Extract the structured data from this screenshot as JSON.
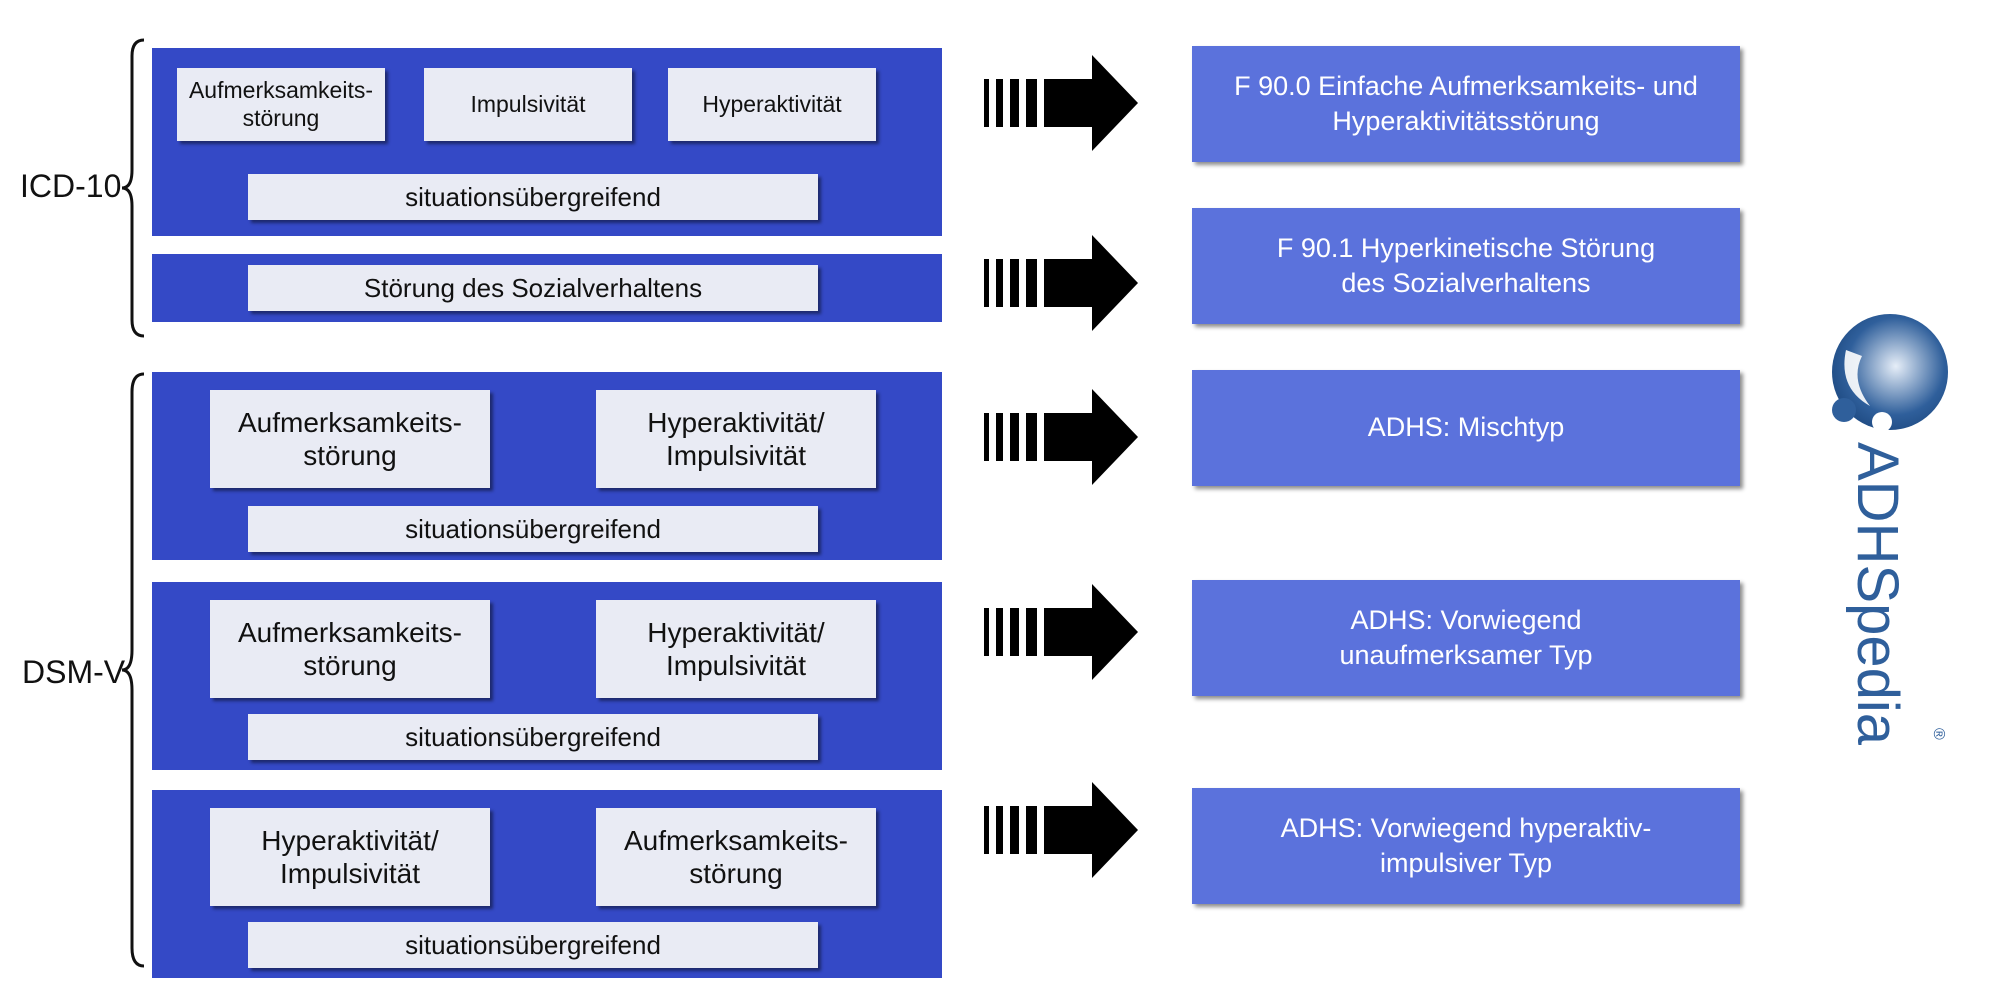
{
  "colors": {
    "panel": "#3449c6",
    "box": "#e9ebf4",
    "result": "#5b72dc",
    "logo": "#2f5f9b"
  },
  "icd10": {
    "label": "ICD-10",
    "panel1": {
      "attention": "Aufmerksamkeits-\nstörung",
      "impulsivity": "Impulsivität",
      "hyperactivity": "Hyperaktivität",
      "situational": "situationsübergreifend"
    },
    "panel2": {
      "conduct": "Störung des Sozialverhaltens"
    }
  },
  "dsm5": {
    "label": "DSM-V",
    "panel1": {
      "left": "Aufmerksamkeits-\nstörung",
      "right": "Hyperaktivität/\nImpulsivität",
      "situational": "situationsübergreifend"
    },
    "panel2": {
      "left": "Aufmerksamkeits-\nstörung",
      "right": "Hyperaktivität/\nImpulsivität",
      "situational": "situationsübergreifend"
    },
    "panel3": {
      "left": "Hyperaktivität/\nImpulsivität",
      "right": "Aufmerksamkeits-\nstörung",
      "situational": "situationsübergreifend"
    }
  },
  "results": [
    "F 90.0 Einfache Aufmerksamkeits- und\nHyperaktivitätsstörung",
    "F 90.1 Hyperkinetische Störung\ndes Sozialverhaltens",
    "ADHS: Mischtyp",
    "ADHS: Vorwiegend\nunaufmerksamer Typ",
    "ADHS: Vorwiegend hyperaktiv-\nimpulsiver Typ"
  ],
  "logo": {
    "text": "ADHSpedia",
    "registered": "®"
  }
}
